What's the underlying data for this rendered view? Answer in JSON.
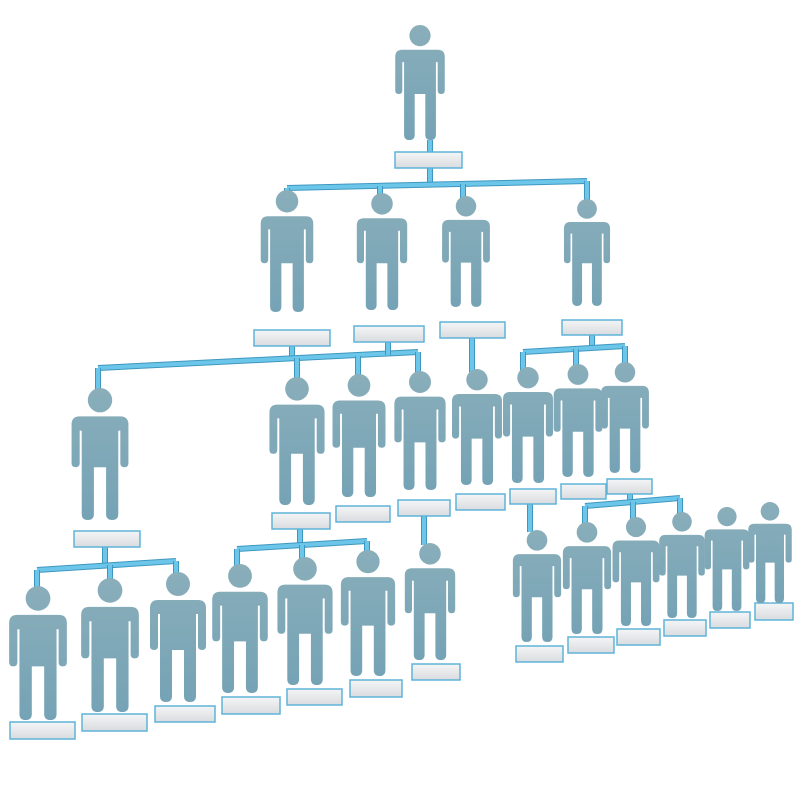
{
  "diagram": {
    "type": "organization-chart",
    "levels": [
      1,
      4,
      8,
      13
    ],
    "colors": {
      "figure_top": "#7ea8b8",
      "figure_bottom": "#1f6b96",
      "connector": "#6cc6ea",
      "connector_edge": "#3f97bf",
      "label_fill": "#e6e8ea",
      "label_border": "#5fb4d8"
    }
  }
}
